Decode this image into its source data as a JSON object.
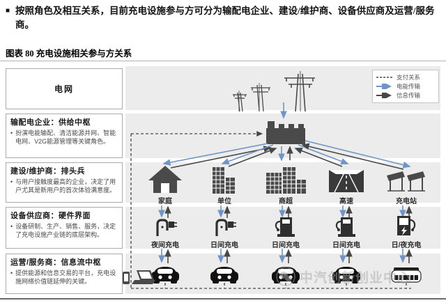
{
  "page": {
    "bullet_text": "按照角色及相互关系，目前充电设施参与方可分为输配电企业、建设/维护商、设备供应商及运营/服务商。",
    "figure_title": "图表 80  充电设施相关参与方关系"
  },
  "legend": {
    "items": [
      {
        "label": "支付关系",
        "style": "dashed",
        "color": "#474747"
      },
      {
        "label": "电能传输",
        "style": "solid",
        "color": "#7094c6"
      },
      {
        "label": "信息传输",
        "style": "solid",
        "color": "#474747"
      }
    ]
  },
  "sidebar": {
    "boxes": [
      {
        "title": "电网",
        "bullet": ""
      },
      {
        "title": "输配电企业：供给中枢",
        "bullet": "扮演电能输配、清洁能源并网、智能电网、V2G能源管理等关键角色。"
      },
      {
        "title": "建设/维护商：排头兵",
        "bullet": "与用户接触度最高的企业，决定了用户尤其是新用户的首次体验满意度。"
      },
      {
        "title": "设备供应商：硬件界面",
        "bullet": "设备研制、生产、销售、服务，决定了充电设施产业链的底层架构。"
      },
      {
        "title": "运营/服务商：信息流中枢",
        "bullet": "提供能源和信息交易的平台，充电设施网络价值链延伸的关键。"
      }
    ]
  },
  "diagram": {
    "columns": [
      {
        "location": "家庭",
        "charging": "夜间充电",
        "location_icon": "house-icon",
        "charger_icon": "wallbox-charger-icon"
      },
      {
        "location": "单位",
        "charging": "日间充电",
        "location_icon": "office-building-icon",
        "charger_icon": "wallbox-charger-icon"
      },
      {
        "location": "商超",
        "charging": "日间充电",
        "location_icon": "mall-icon",
        "charger_icon": "charging-pile-icon"
      },
      {
        "location": "高速",
        "charging": "日间充电",
        "location_icon": "highway-icon",
        "charger_icon": "charging-pile-icon"
      },
      {
        "location": "充电站",
        "charging": "日/夜充电",
        "location_icon": "solar-canopy-icon",
        "charger_icon": "dc-charger-icon"
      }
    ]
  },
  "watermark": {
    "text": "中汽创新创业中心"
  },
  "colors": {
    "energy_blue": "#7094c6",
    "info_dark": "#474747",
    "band_gray": "#ececec"
  }
}
